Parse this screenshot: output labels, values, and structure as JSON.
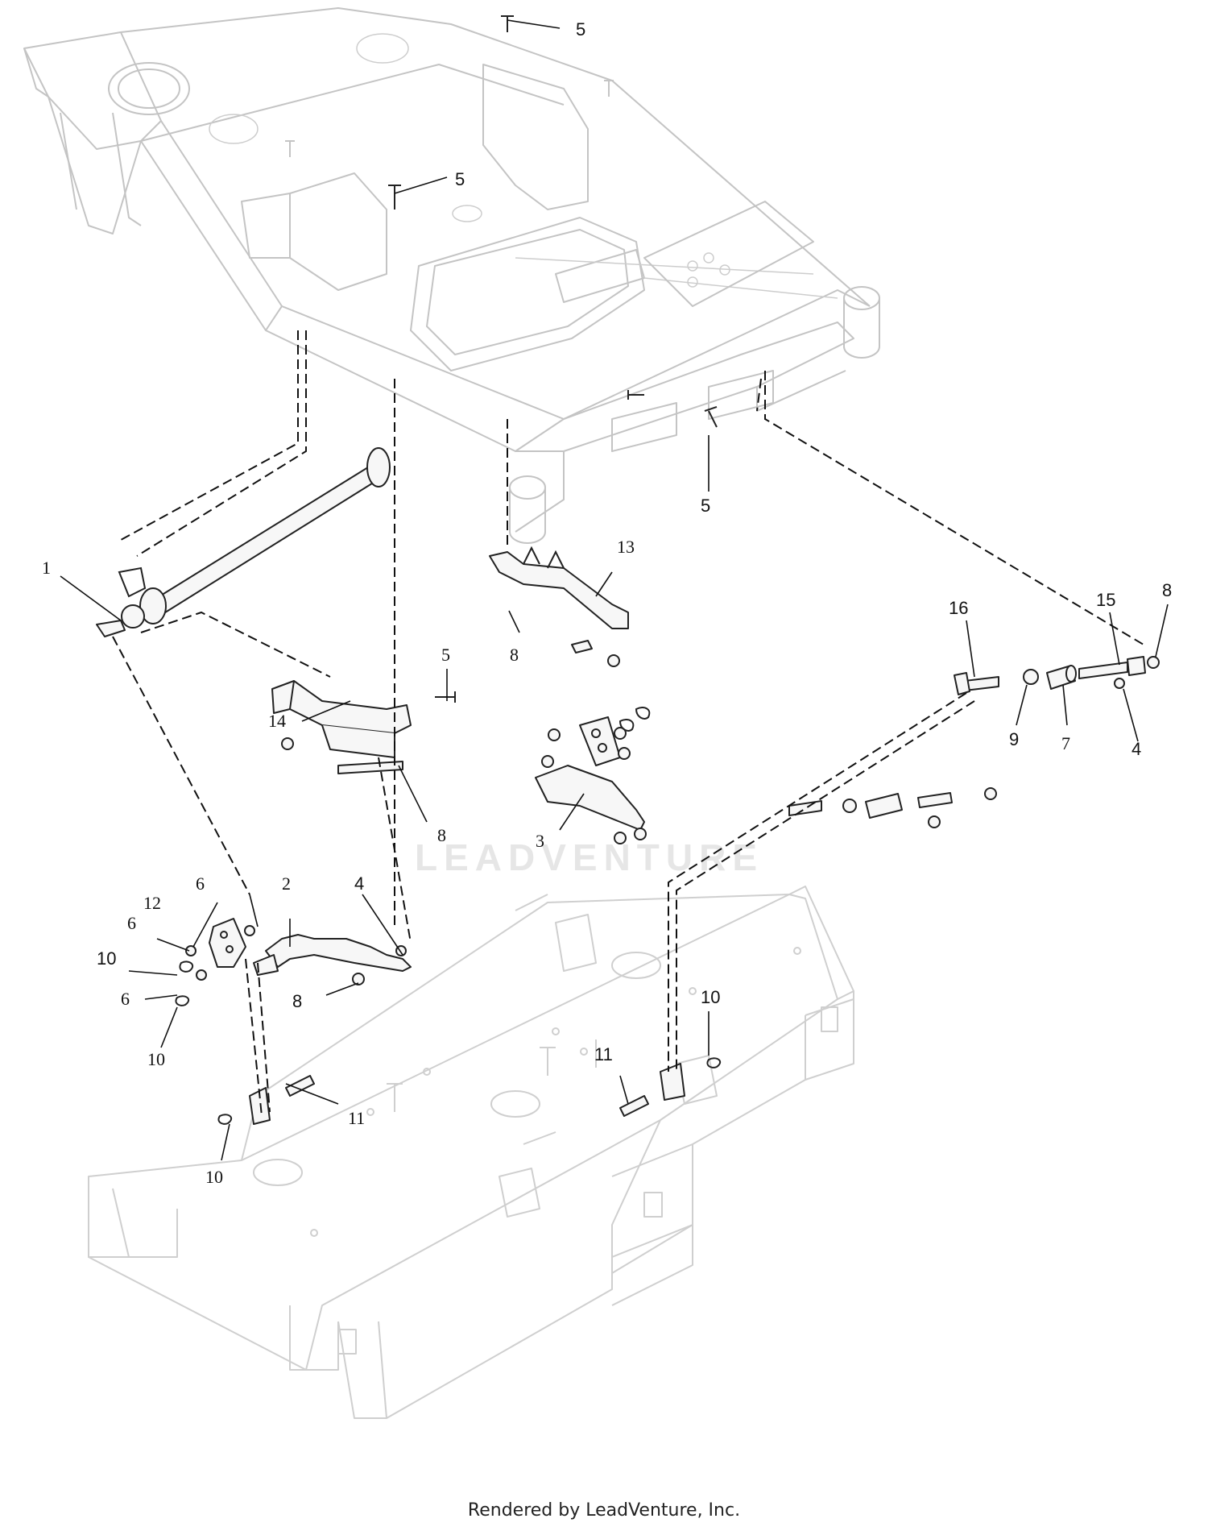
{
  "watermark": "LEADVENTURE",
  "footer": "Rendered by LeadVenture, Inc.",
  "callouts": {
    "c1": "1",
    "c2": "2",
    "c3": "3",
    "c4a": "4",
    "c4b": "4",
    "c5a": "5",
    "c5b": "5",
    "c5c": "5",
    "c5d": "5",
    "c6a": "6",
    "c6b": "6",
    "c6c": "6",
    "c7": "7",
    "c8a": "8",
    "c8b": "8",
    "c8c": "8",
    "c8d": "8",
    "c9": "9",
    "c10a": "10",
    "c10b": "10",
    "c10c": "10",
    "c10d": "10",
    "c11a": "11",
    "c11b": "11",
    "c12": "12",
    "c13": "13",
    "c14": "14",
    "c15": "15",
    "c16": "16"
  }
}
